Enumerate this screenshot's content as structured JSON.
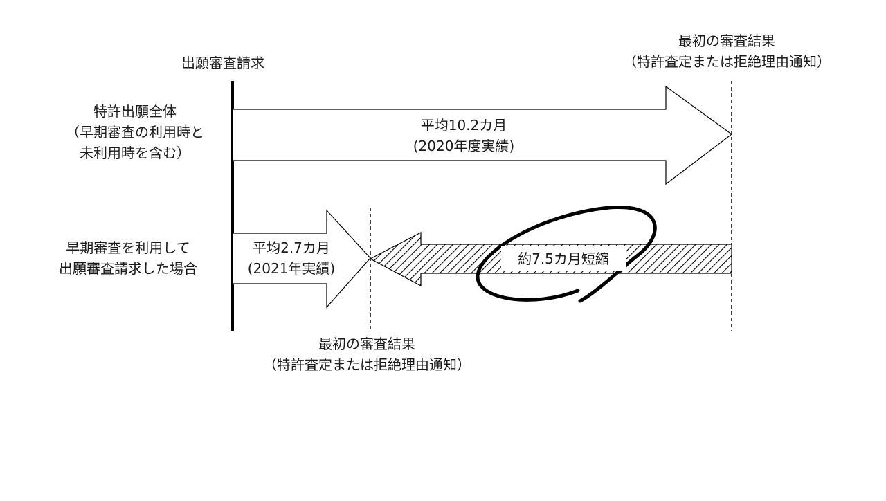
{
  "labels": {
    "request": "出願審査請求",
    "top_result_line1": "最初の審査結果",
    "top_result_line2": "（特許査定または拒絶理由通知）",
    "bottom_result_line1": "最初の審査結果",
    "bottom_result_line2": "（特許査定または拒絶理由通知）",
    "row1_line1": "特許出願全体",
    "row1_line2": "（早期審査の利用時と",
    "row1_line3": "未利用時を含む）",
    "row2_line1": "早期審査を利用して",
    "row2_line2": "出願審査請求した場合",
    "avg1_line1": "平均10.2カ月",
    "avg1_line2": "(2020年度実績)",
    "avg2_line1": "平均2.7カ月",
    "avg2_line2": "(2021年実績)",
    "shortened": "約7.5カ月短縮"
  },
  "colors": {
    "line": "#000000",
    "background": "#ffffff"
  }
}
